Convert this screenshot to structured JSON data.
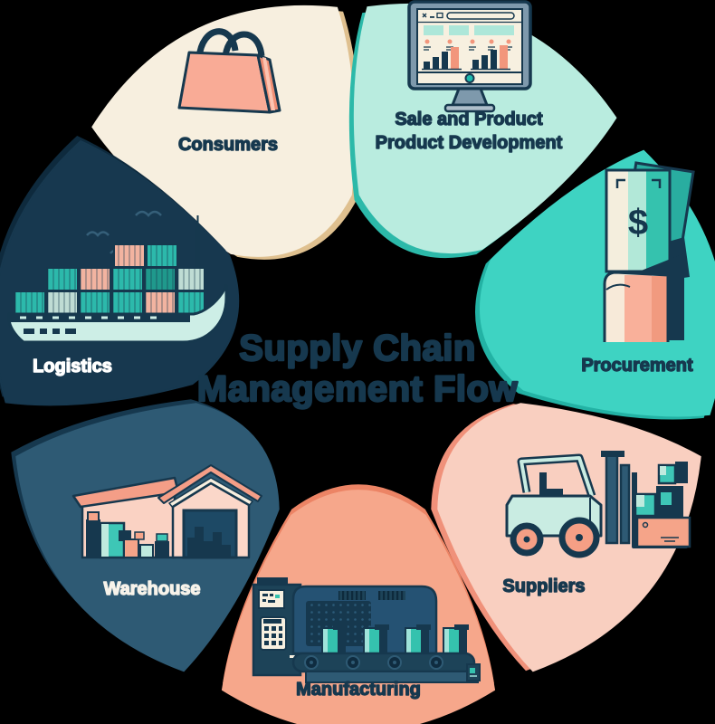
{
  "title": {
    "line1": "Supply Chain",
    "line2": "Management Flow",
    "color": "#16384e"
  },
  "segments": [
    {
      "id": "consumers",
      "label": "Consumers",
      "fill": "#f7efdf",
      "edge": "#dfc08f",
      "text_color": "#16384e",
      "icon": "shopping-bag-icon"
    },
    {
      "id": "sale",
      "label_line1": "Sale and Product",
      "label_line2": "Product Development",
      "fill": "#b9ecdf",
      "edge": "#2cb9a9",
      "text_color": "#16384e",
      "icon": "monitor-icon"
    },
    {
      "id": "procurement",
      "label": "Procurement",
      "fill": "#3ed3c2",
      "edge": "#23b2a4",
      "text_color": "#16384e",
      "icon": "money-icon",
      "icon_glyph": "$"
    },
    {
      "id": "suppliers",
      "label": "Suppliers",
      "fill": "#f9cfc0",
      "edge": "#f0917a",
      "text_color": "#16384e",
      "icon": "forklift-icon"
    },
    {
      "id": "manufacturing",
      "label": "Manufacturing",
      "fill": "#f6a78b",
      "edge": "#ec8465",
      "text_color": "#16384e",
      "icon": "machine-icon"
    },
    {
      "id": "warehouse",
      "label": "Warehouse",
      "fill": "#2e5a74",
      "edge": "#16384e",
      "text_color": "#f7f3ea",
      "icon": "warehouse-icon"
    },
    {
      "id": "logistics",
      "label": "Logistics",
      "fill": "#17384f",
      "edge": "#0e2a3d",
      "text_color": "#ffffff",
      "icon": "cargo-ship-icon"
    }
  ],
  "palette": {
    "navy": "#16384e",
    "slate": "#2e5a74",
    "teal": "#35c2ae",
    "mint": "#c9ece2",
    "salmon": "#f59f85",
    "peach": "#f9cfc0",
    "cream": "#f7f0e0"
  }
}
